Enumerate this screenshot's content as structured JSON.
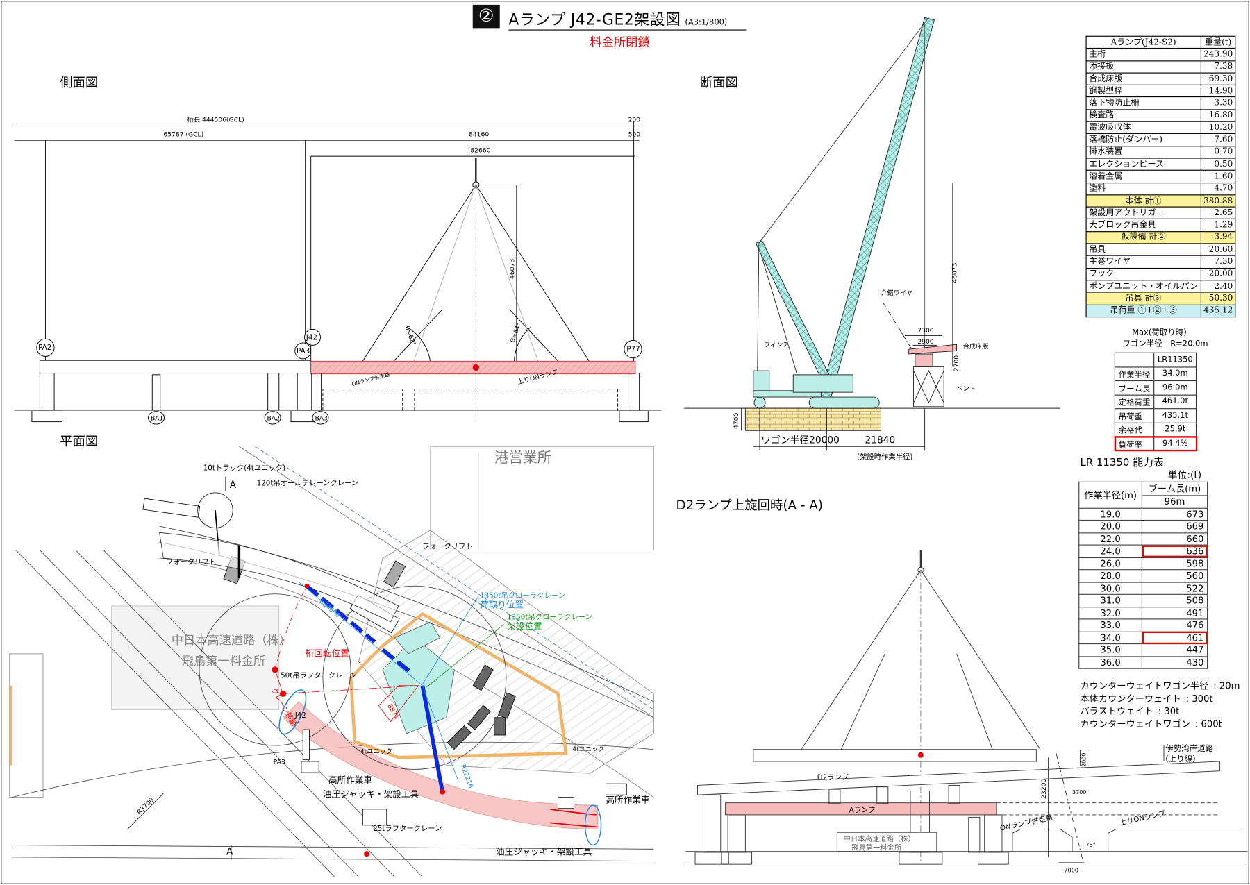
{
  "title": {
    "number": "②",
    "main": "Aランプ J42-GE2架設図",
    "scale": "(A3:1/800)",
    "subtitle": "料金所閉鎖"
  },
  "sections": {
    "side": "側面図",
    "cross": "断面図",
    "plan": "平面図",
    "d2": "D2ランプ上旋回時(A - A)"
  },
  "side_view": {
    "total_length": "桁長 444506(GCL)",
    "dim_200": "200",
    "dim_65787": "65787 (GCL)",
    "dim_84160": "84160",
    "dim_500": "500",
    "dim_82660": "82660",
    "dim_height": "46073",
    "angle_left": "θ=62°",
    "angle_right": "θ=64°",
    "piers": [
      "PA2",
      "J42",
      "PA3",
      "P77",
      "BA1",
      "BA2",
      "BA3"
    ],
    "on_ramp_parallel": "ONランプ併走路",
    "up_on_ramp": "上りONランプ"
  },
  "cross_section": {
    "guide_wire": "介錯ワイヤ",
    "winch": "ウィンチ",
    "deck": "合成床版",
    "bent": "ベント",
    "dim_7300": "7300",
    "dim_2900": "2900",
    "dim_2700": "2700",
    "dim_46073": "46073",
    "dim_4700": "4700",
    "wagon_radius": "ワゴン半径20000",
    "work_radius": "21840",
    "work_radius_note": "(架設時作業半径)"
  },
  "plan_view": {
    "truck": "10tトラック(4tユニック)",
    "allterrain": "120t吊オールテレーンクレーン",
    "office": "港営業所",
    "forklift_1": "フォークリフト",
    "forklift_2": "フォークリフト",
    "crawler_pick_1": "1350t吊クローラクレーン",
    "crawler_pick_2": "荷取り位置",
    "crawler_erect_1": "1350t吊クローラクレーン",
    "crawler_erect_2": "架設位置",
    "tollgate_1": "中日本高速道路（株）",
    "tollgate_2": "飛鳥第一料金所",
    "girder_rotation": "桁回転位置",
    "rough_50t": "50t吊ラフタークレーン",
    "crane_move": "クレーン移動",
    "unic_1": "4tユニック",
    "unic_2": "4tユニック",
    "j42": "J42",
    "pa3": "PA3",
    "aerial_1": "高所作業車",
    "aerial_2": "高所作業車",
    "jack_1": "油圧ジャッキ・架設工具",
    "jack_2": "油圧ジャッキ・架設工具",
    "rough_25t": "25tラフタークレーン",
    "r3700": "R3700",
    "r34000": "R34000",
    "r22216": "R22216",
    "d8871": "8871",
    "section_a": "A"
  },
  "d2_view": {
    "d2_ramp": "D2ランプ",
    "a_ramp": "Aランプ",
    "tollgate_1": "中日本高速道路（株）",
    "tollgate_2": "飛鳥第一料金所",
    "on_ramp_parallel": "ONランプ併走路",
    "up_on_ramp": "上りONランプ",
    "isewan_1": "伊勢湾岸道路",
    "isewan_2": "(上り線)",
    "dim_2000": "2000",
    "dim_3700": "3700",
    "dim_23200": "23200",
    "dim_7000": "7000",
    "angle": "75°"
  },
  "weight_table": {
    "header": [
      "Aランプ(J42-S2)",
      "重量(t)"
    ],
    "rows": [
      {
        "name": "主桁",
        "value": "243.90",
        "type": "item"
      },
      {
        "name": "添接板",
        "value": "7.38",
        "type": "item"
      },
      {
        "name": "合成床版",
        "value": "69.30",
        "type": "item"
      },
      {
        "name": "鋼製型枠",
        "value": "14.90",
        "type": "item"
      },
      {
        "name": "落下物防止柵",
        "value": "3.30",
        "type": "item"
      },
      {
        "name": "検査路",
        "value": "16.80",
        "type": "item"
      },
      {
        "name": "電波吸収体",
        "value": "10.20",
        "type": "item"
      },
      {
        "name": "落橋防止(ダンパー)",
        "value": "7.60",
        "type": "item"
      },
      {
        "name": "排水装置",
        "value": "0.70",
        "type": "item"
      },
      {
        "name": "エレクションピース",
        "value": "0.50",
        "type": "item"
      },
      {
        "name": "溶着金属",
        "value": "1.60",
        "type": "item"
      },
      {
        "name": "塗料",
        "value": "4.70",
        "type": "item"
      },
      {
        "name": "本体 計①",
        "value": "380.88",
        "type": "sub"
      },
      {
        "name": "架設用アウトリガー",
        "value": "2.65",
        "type": "item"
      },
      {
        "name": "大ブロック吊金具",
        "value": "1.29",
        "type": "item"
      },
      {
        "name": "仮設備 計②",
        "value": "3.94",
        "type": "sub"
      },
      {
        "name": "吊具",
        "value": "20.60",
        "type": "item"
      },
      {
        "name": "主巻ワイヤ",
        "value": "7.30",
        "type": "item"
      },
      {
        "name": "フック",
        "value": "20.00",
        "type": "item"
      },
      {
        "name": "ポンプユニット・オイルパン",
        "value": "2.40",
        "type": "item"
      },
      {
        "name": "吊具 計③",
        "value": "50.30",
        "type": "sub"
      },
      {
        "name": "吊荷重 ①+②+③",
        "value": "435.12",
        "type": "total"
      }
    ]
  },
  "max_table": {
    "title": "Max(荷取り時)",
    "wagon": "ワゴン半径　R=20.0m",
    "model": "LR11350",
    "rows": [
      {
        "name": "作業半径",
        "value": "34.0m"
      },
      {
        "name": "ブーム長",
        "value": "96.0m"
      },
      {
        "name": "定格荷重",
        "value": "461.0t"
      },
      {
        "name": "吊荷重",
        "value": "435.1t"
      },
      {
        "name": "余裕代",
        "value": "25.9t"
      },
      {
        "name": "負荷率",
        "value": "94.4%",
        "highlight": true
      }
    ]
  },
  "capacity_table": {
    "title": "LR 11350 能力表",
    "unit": "単位:(t)",
    "col_radius": "作業半径(m)",
    "col_boom": "ブーム長(m)",
    "boom_length": "96m",
    "rows": [
      {
        "radius": "19.0",
        "value": "673"
      },
      {
        "radius": "20.0",
        "value": "669"
      },
      {
        "radius": "22.0",
        "value": "660"
      },
      {
        "radius": "24.0",
        "value": "636",
        "highlight": true
      },
      {
        "radius": "26.0",
        "value": "598"
      },
      {
        "radius": "28.0",
        "value": "560"
      },
      {
        "radius": "30.0",
        "value": "522"
      },
      {
        "radius": "31.0",
        "value": "508"
      },
      {
        "radius": "32.0",
        "value": "491"
      },
      {
        "radius": "33.0",
        "value": "476"
      },
      {
        "radius": "34.0",
        "value": "461",
        "highlight": true
      },
      {
        "radius": "35.0",
        "value": "447"
      },
      {
        "radius": "36.0",
        "value": "430"
      }
    ],
    "notes": [
      {
        "label": "カウンターウェイトワゴン半径",
        "value": ": 20m"
      },
      {
        "label": "本体カウンターウェイト",
        "value": ": 300t"
      },
      {
        "label": "バラストウェイト",
        "value": ": 30t"
      },
      {
        "label": "カウンターウェイトワゴン",
        "value": ": 600t"
      }
    ]
  },
  "colors": {
    "girder_pink": "#f6bcbc",
    "crane_cyan": "#bdeee8",
    "highlight_yellow": "#fdf39b",
    "total_cyan": "#c9f1f5",
    "red": "#e60000",
    "blue": "#0a2ae0",
    "orange": "#f2b46a",
    "green": "#149a14"
  }
}
